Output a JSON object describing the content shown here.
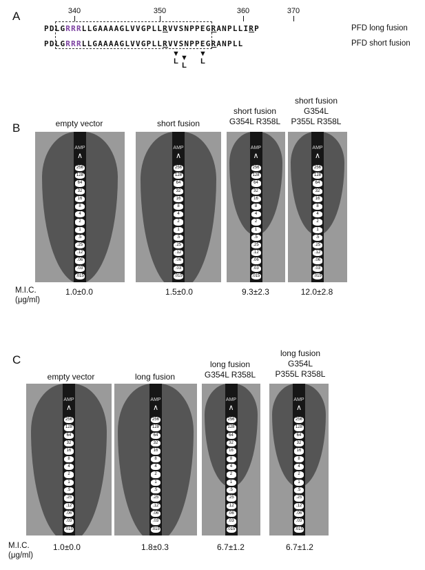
{
  "panel_a": {
    "letter": "A",
    "positions": [
      "340",
      "350",
      "360",
      "370"
    ],
    "seq_long": {
      "prefix": "PDLG",
      "purple": "RRR",
      "mid": "LLGAAAAGLVVGPLL",
      "r1": "R",
      "v": "V",
      "rest": "VSNPPEG",
      "r2": "R",
      "rest2": "ANPLLI",
      "r3": "R",
      "end": "P"
    },
    "seq_short": {
      "prefix": "PDLG",
      "purple": "RRR",
      "mid": "LLGAAAAGLVVGPLL",
      "r1": "R",
      "v": "V",
      "rest": "VSNPPEG",
      "r2": "R",
      "rest2": "ANPLL"
    },
    "label_long": "PFD long fusion",
    "label_short": "PFD short fusion",
    "mutation_letters": [
      "L",
      "L",
      "L"
    ]
  },
  "panel_b": {
    "letter": "B",
    "captions": [
      "empty vector",
      "short fusion",
      "short fusion\nG354L R358L",
      "short fusion\nG354L\nP355L R358L"
    ],
    "mic_label": "M.I.C.\n(μg/ml)",
    "mic_values": [
      "1.0±0.0",
      "1.5±0.0",
      "9.3±2.3",
      "12.0±2.8"
    ]
  },
  "panel_c": {
    "letter": "C",
    "captions": [
      "empty vector",
      "long fusion",
      "long fusion\nG354L R358L",
      "long fusion\nG354L\nP355L R358L"
    ],
    "mic_label": "M.I.C.\n(μg/ml)",
    "mic_values": [
      "1.0±0.0",
      "1.8±0.3",
      "6.7±1.2",
      "6.7±1.2"
    ]
  },
  "etest_strip": {
    "amp_label": "AMP",
    "scale": [
      "256",
      "128",
      "64",
      "32",
      "16",
      "8",
      "4",
      "2",
      "1",
      ".5",
      ".25",
      ".12",
      ".06",
      ".03",
      ".015"
    ]
  }
}
